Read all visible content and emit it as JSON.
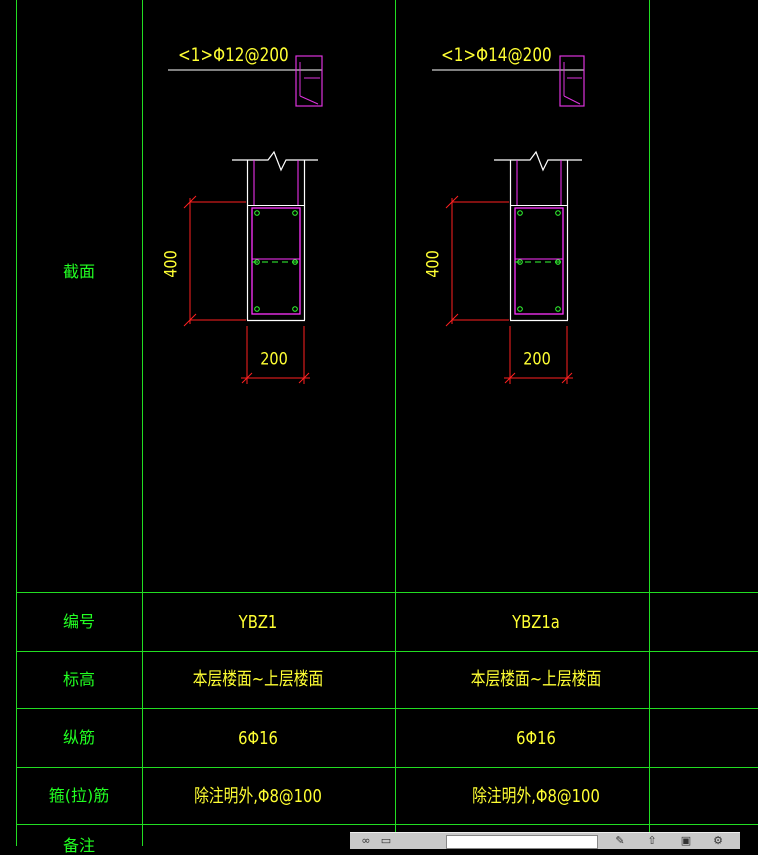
{
  "table": {
    "row_labels": {
      "section": "截面",
      "number": "编号",
      "elevation": "标高",
      "longitudinal": "纵筋",
      "stirrup": "箍(拉)筋",
      "remark": "备注"
    },
    "columns": [
      {
        "stirrup_note": "<1>Φ12@200",
        "height_dim": "400",
        "width_dim": "200",
        "number": "YBZ1",
        "elevation": "本层楼面~上层楼面",
        "longitudinal": "6Φ16",
        "stirrup": "除注明外,Φ8@100"
      },
      {
        "stirrup_note": "<1>Φ14@200",
        "height_dim": "400",
        "width_dim": "200",
        "number": "YBZ1a",
        "elevation": "本层楼面~上层楼面",
        "longitudinal": "6Φ16",
        "stirrup": "除注明外,Φ8@100"
      }
    ]
  },
  "colors": {
    "grid": "#22dd22",
    "label": "#22ff22",
    "value": "#ffff33",
    "dimension": "#ff2020",
    "stirrup": "#ff33ff",
    "rebar": "#33ff33",
    "outline": "#ffffff",
    "hook": "#dd33dd"
  },
  "toolbar": {
    "icons": [
      "views-icon",
      "layer-icon",
      "pen-icon",
      "export-icon",
      "print-icon"
    ]
  }
}
